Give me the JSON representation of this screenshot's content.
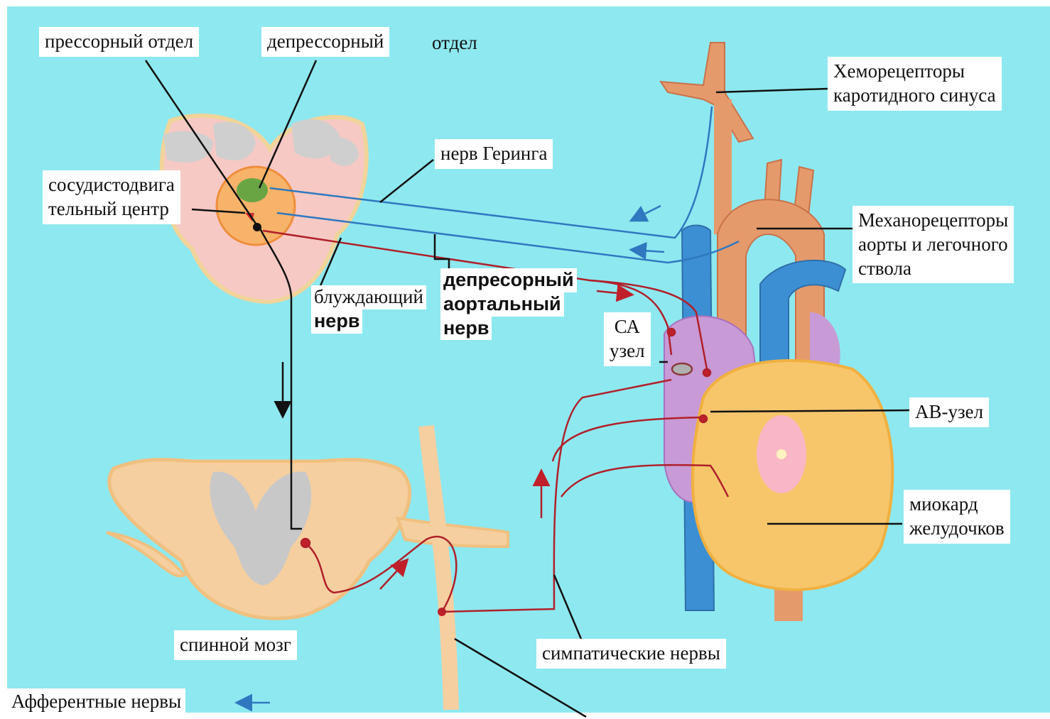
{
  "colors": {
    "background": "#8ee8ef",
    "artery": "#e59a6c",
    "vein": "#3d8fd4",
    "atrium": "#c89ad6",
    "ventricle": "#f7c66b",
    "brainstem": "#f6c9c4",
    "spinal_cord": "#f6cfa0",
    "grey_matter": "#c8c8c8",
    "efferent_nerve": "#b0202a",
    "afferent_nerve": "#2f78c0"
  },
  "labels": {
    "pressor": "прессорный отдел",
    "depressor": "депрессорный",
    "depressor_part": "отдел",
    "vasomotor_line1": "сосудистодвига",
    "vasomotor_line2": "тельный центр",
    "hering": "нерв Геринга",
    "chemo_line1": "Хеморецепторы",
    "chemo_line2": "каротидного синуса",
    "mechano_line1": "Механорецепторы",
    "mechano_line2": "аорты и легочного",
    "mechano_line3": "ствола",
    "vagus_line1": "блуждающий",
    "vagus_line2": "нерв",
    "aortic_line1": "депресорный",
    "aortic_line2": "аортальный",
    "aortic_line3": "нерв",
    "sa_line1": "СА",
    "sa_line2": "узел",
    "av": "АВ-узел",
    "myocard_line1": "миокард",
    "myocard_line2": "желудочков",
    "spinal": "спинной мозг",
    "sympathetic": "симпатические нервы",
    "afferent": "Афферентные нервы"
  }
}
